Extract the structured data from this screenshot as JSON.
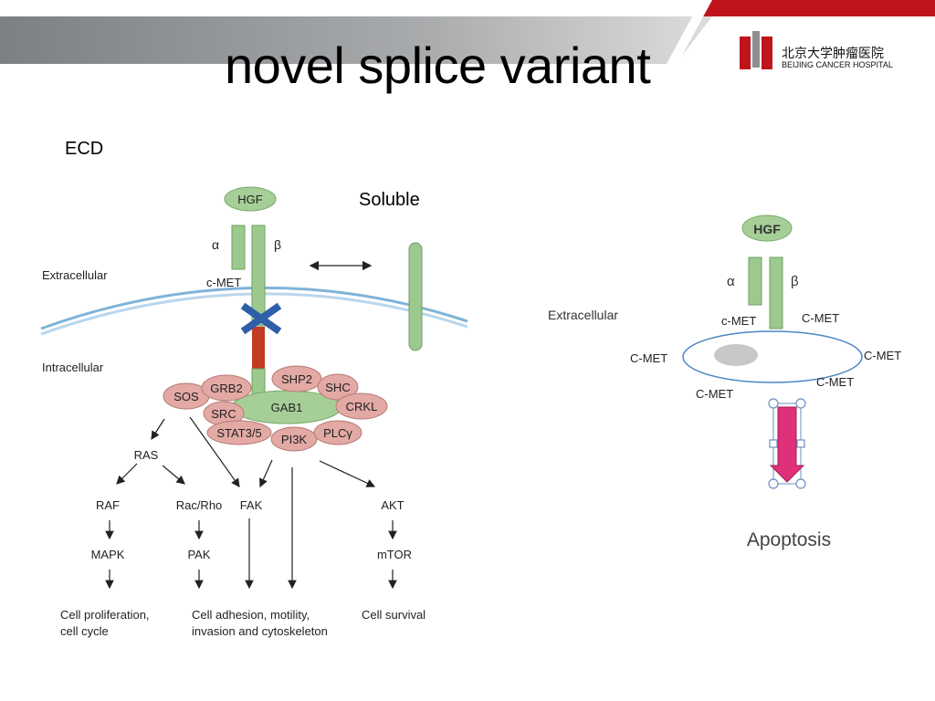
{
  "slide": {
    "title": "novel splice variant",
    "ecd_label": "ECD",
    "soluble_label": "Soluble",
    "colors": {
      "header_gray": "#8d8f91",
      "header_red": "#c0141c",
      "membrane_blue": "#7fb3d8",
      "receptor_green": "#8fbf82",
      "kinase_red": "#c23b22",
      "adaptor_pink": "#e3a9a4",
      "apoptosis_pink": "#e0307a"
    }
  },
  "logo": {
    "name_cn": "北京大学肿瘤医院",
    "name_en": "BEIJING CANCER HOSPITAL"
  },
  "left_diagram": {
    "ligand": "HGF",
    "alpha": "α",
    "beta": "β",
    "receptor": "c-MET",
    "extracellular": "Extracellular",
    "intracellular": "Intracellular",
    "adaptors": [
      "SOS",
      "GRB2",
      "SHP2",
      "SHC",
      "GAB1",
      "CRKL",
      "SRC",
      "STAT3/5",
      "PI3K",
      "PLCγ"
    ],
    "nodes": [
      "RAS",
      "RAF",
      "Rac/Rho",
      "FAK",
      "AKT",
      "MAPK",
      "PAK",
      "mTOR"
    ],
    "outcomes": {
      "proliferation_1": "Cell proliferation,",
      "proliferation_2": "cell cycle",
      "adhesion_1": "Cell adhesion, motility,",
      "adhesion_2": "invasion and cytoskeleton",
      "survival": "Cell survival"
    }
  },
  "right_diagram": {
    "ligand": "HGF",
    "alpha": "α",
    "beta": "β",
    "extracellular": "Extracellular",
    "receptor": "c-MET",
    "cmet_labels": [
      "C-MET",
      "C-MET",
      "C-MET",
      "C-MET",
      "C-MET"
    ],
    "outcome": "Apoptosis"
  }
}
